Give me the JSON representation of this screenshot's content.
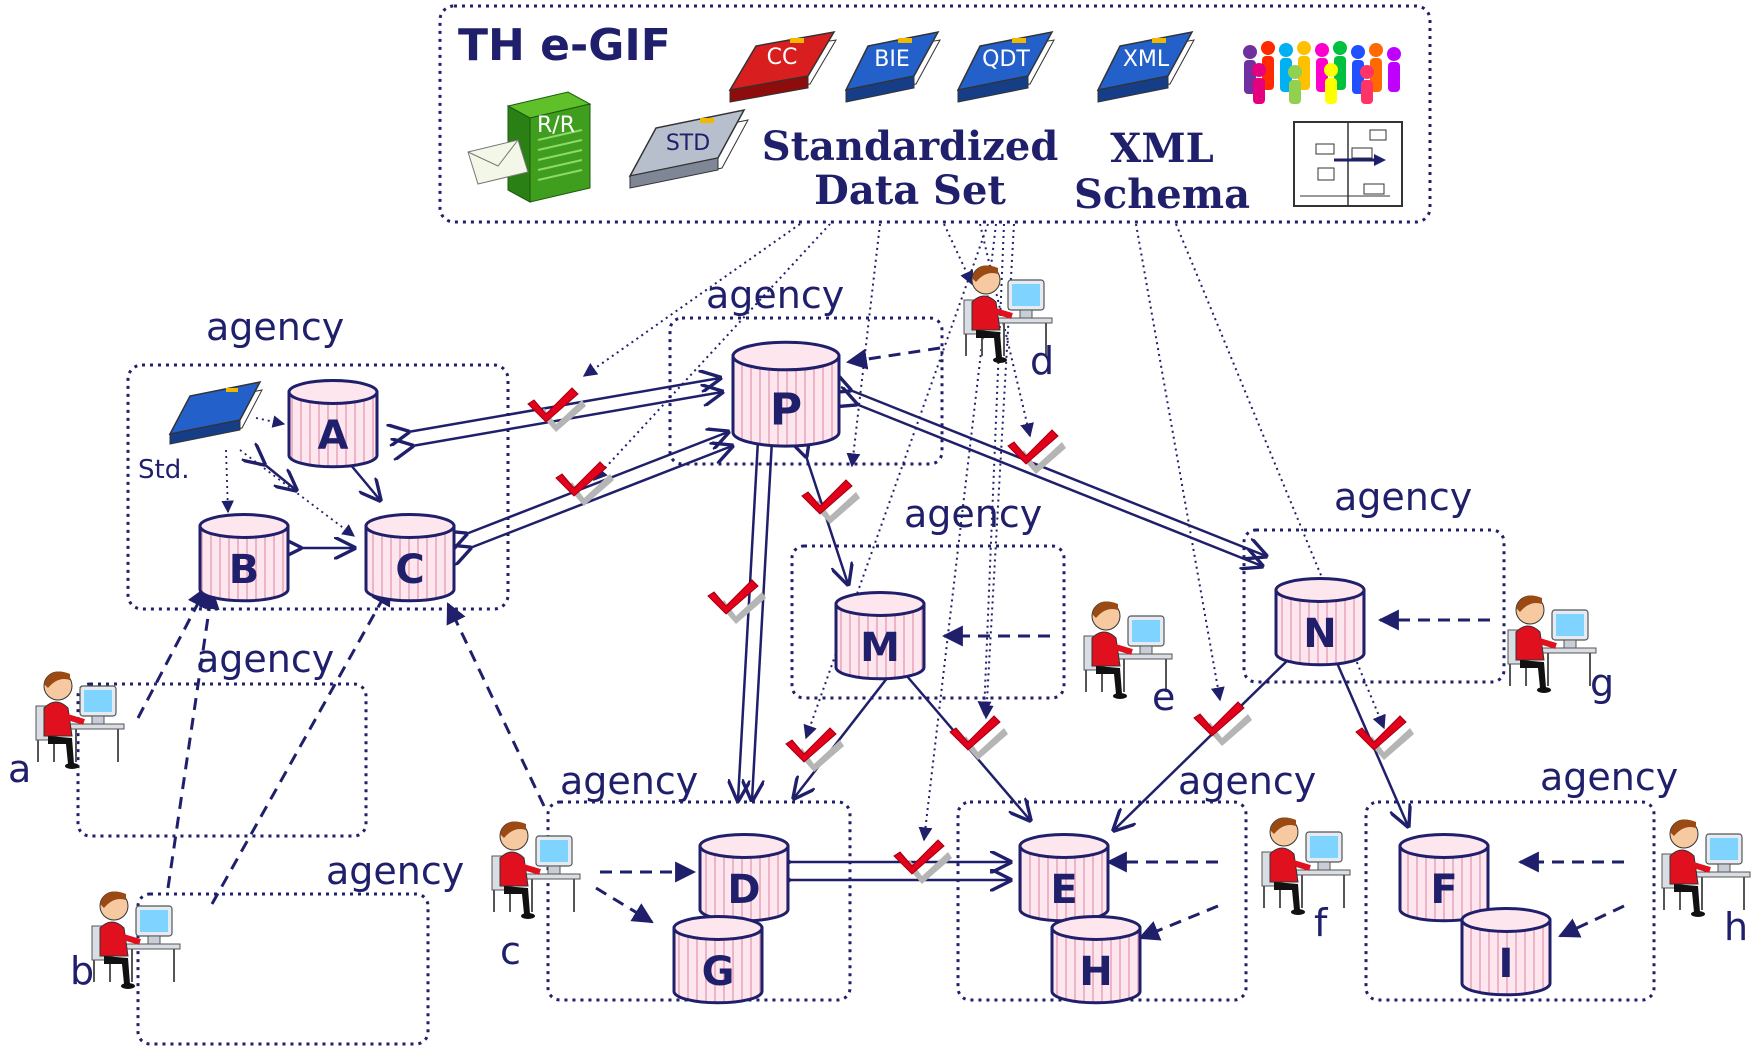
{
  "header": {
    "title": "TH e-GIF",
    "books": [
      "CC",
      "BIE",
      "QDT",
      "XML"
    ],
    "rr_label": "R/R",
    "std_book_label": "STD",
    "standardized_line1": "Standardized",
    "standardized_line2": "Data Set",
    "xml_line1": "XML",
    "xml_line2": "Schema"
  },
  "agency_label": "agency",
  "std_label": "Std.",
  "databases": {
    "A": "A",
    "B": "B",
    "C": "C",
    "P": "P",
    "M": "M",
    "N": "N",
    "D": "D",
    "G": "G",
    "E": "E",
    "H": "H",
    "F": "F",
    "I": "I"
  },
  "users": {
    "a": "a",
    "b": "b",
    "c": "c",
    "d": "d",
    "e": "e",
    "f": "f",
    "g": "g",
    "h": "h"
  },
  "colors": {
    "navy": "#1f1f6b",
    "db_fill": "#fde6ee",
    "db_stripe": "#e8a7bd",
    "check_red": "#e2001a",
    "check_gray": "#b5b5b5"
  }
}
